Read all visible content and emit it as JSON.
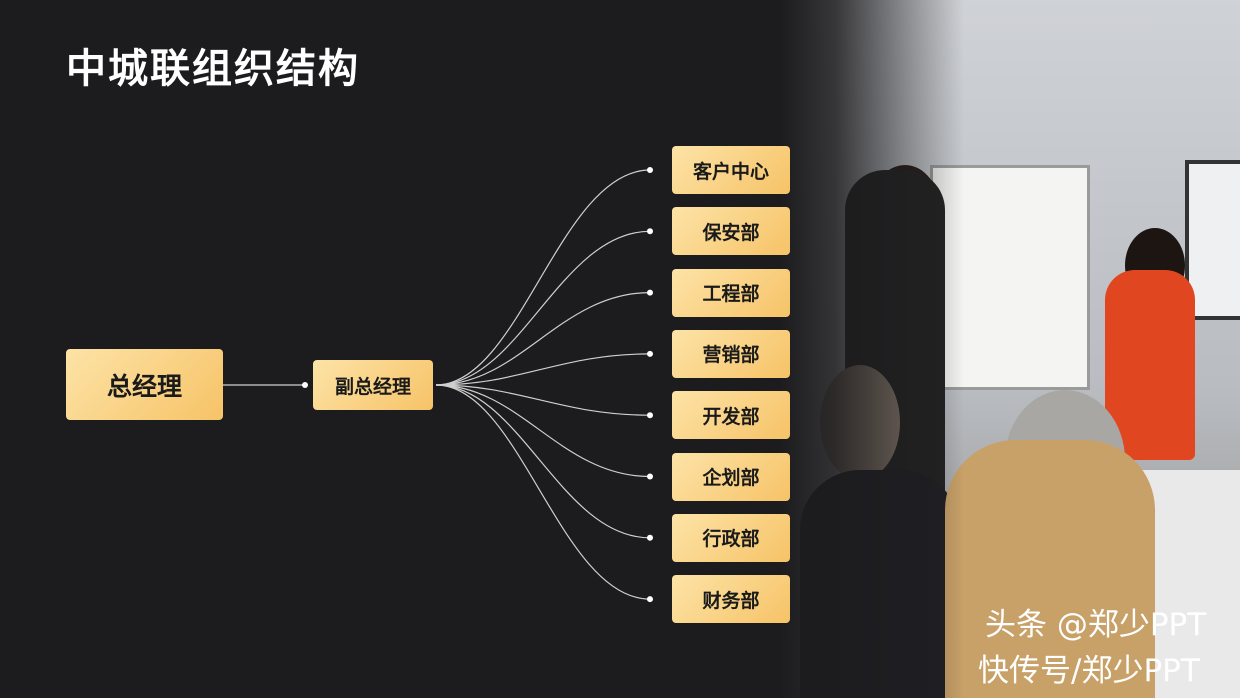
{
  "title": "中城联组织结构",
  "general_manager": "总经理",
  "deputy_general_manager": "副总经理",
  "departments": [
    "客户中心",
    "保安部",
    "工程部",
    "营销部",
    "开发部",
    "企划部",
    "行政部",
    "财务部"
  ],
  "watermarks": [
    "头条 @郑少PPT",
    "快传号/郑少PPT"
  ],
  "colors": {
    "background": "#1c1b1d",
    "box": "#f6c367",
    "line": "#cfcfcf"
  }
}
